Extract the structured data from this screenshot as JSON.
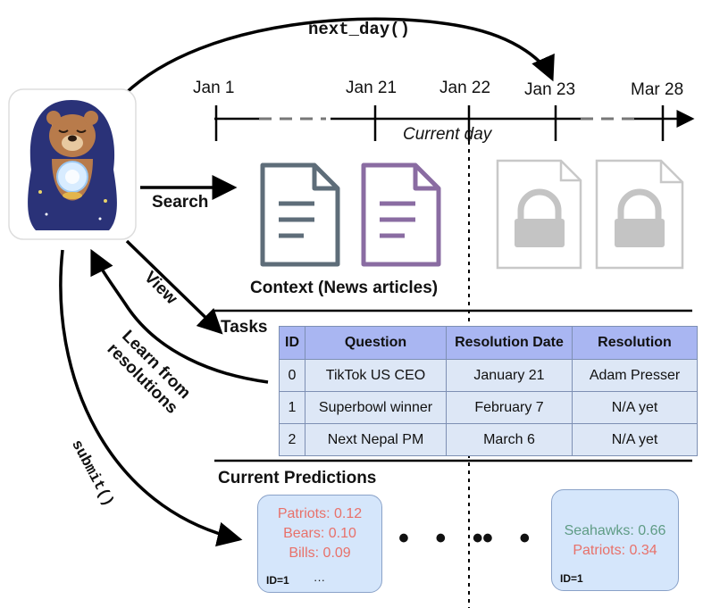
{
  "timeline": {
    "call_label": "next_day()",
    "dates": [
      "Jan 1",
      "Jan 21",
      "Jan 22",
      "Jan 23",
      "Mar 28"
    ],
    "current_day_label": "Current day"
  },
  "arrows": {
    "search": "Search",
    "view": "View",
    "learn": "Learn from\nresolutions",
    "submit": "submit()"
  },
  "context": {
    "title": "Context (News articles)"
  },
  "tasks": {
    "title": "Tasks",
    "columns": [
      "ID",
      "Question",
      "Resolution Date",
      "Resolution"
    ],
    "rows": [
      [
        "0",
        "TikTok US CEO",
        "January 21",
        "Adam Presser"
      ],
      [
        "1",
        "Superbowl winner",
        "February 7",
        "N/A yet"
      ],
      [
        "2",
        "Next Nepal PM",
        "March 6",
        "N/A yet"
      ]
    ]
  },
  "predictions": {
    "title": "Current Predictions",
    "card1": {
      "lines": [
        "Patriots: 0.12",
        "Bears: 0.10",
        "Bills: 0.09"
      ],
      "more": "···",
      "id": "ID=1"
    },
    "card2": {
      "lines": [
        "Seahawks: 0.66",
        "Patriots: 0.34"
      ],
      "id": "ID=1"
    },
    "ellipsis": "• • •",
    "colors": {
      "red": "#e8716a",
      "green": "#5f9c85"
    }
  },
  "colors": {
    "doc_gray": "#5e6d79",
    "doc_purple": "#8a6ca2",
    "locked": "#c4c4c4"
  },
  "icons": [
    "bear-wizard-avatar-icon",
    "document-icon",
    "lock-icon"
  ]
}
